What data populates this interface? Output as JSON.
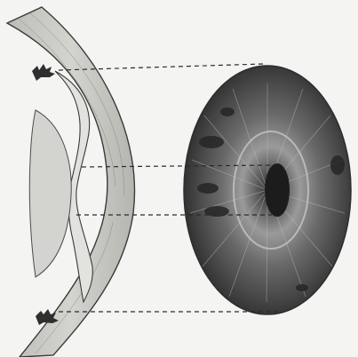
{
  "figure": {
    "kind": "anatomical-illustration",
    "style": "engraving",
    "parts": [
      "cornea-and-sclera-section",
      "lens",
      "iris-section",
      "iris-front-view",
      "pupil"
    ],
    "connector_count": 4,
    "connector_style": "dashed",
    "colors": {
      "background": "#f4f4f2",
      "section_fill": "#cdcdc9",
      "section_stroke": "#3a3a3a",
      "lens_fill": "#d6d6d2",
      "iris_outer": "#3b3b3b",
      "iris_inner": "#8c8c8c",
      "pupil": "#1e1e1e",
      "connector": "#2a2a2a"
    }
  }
}
